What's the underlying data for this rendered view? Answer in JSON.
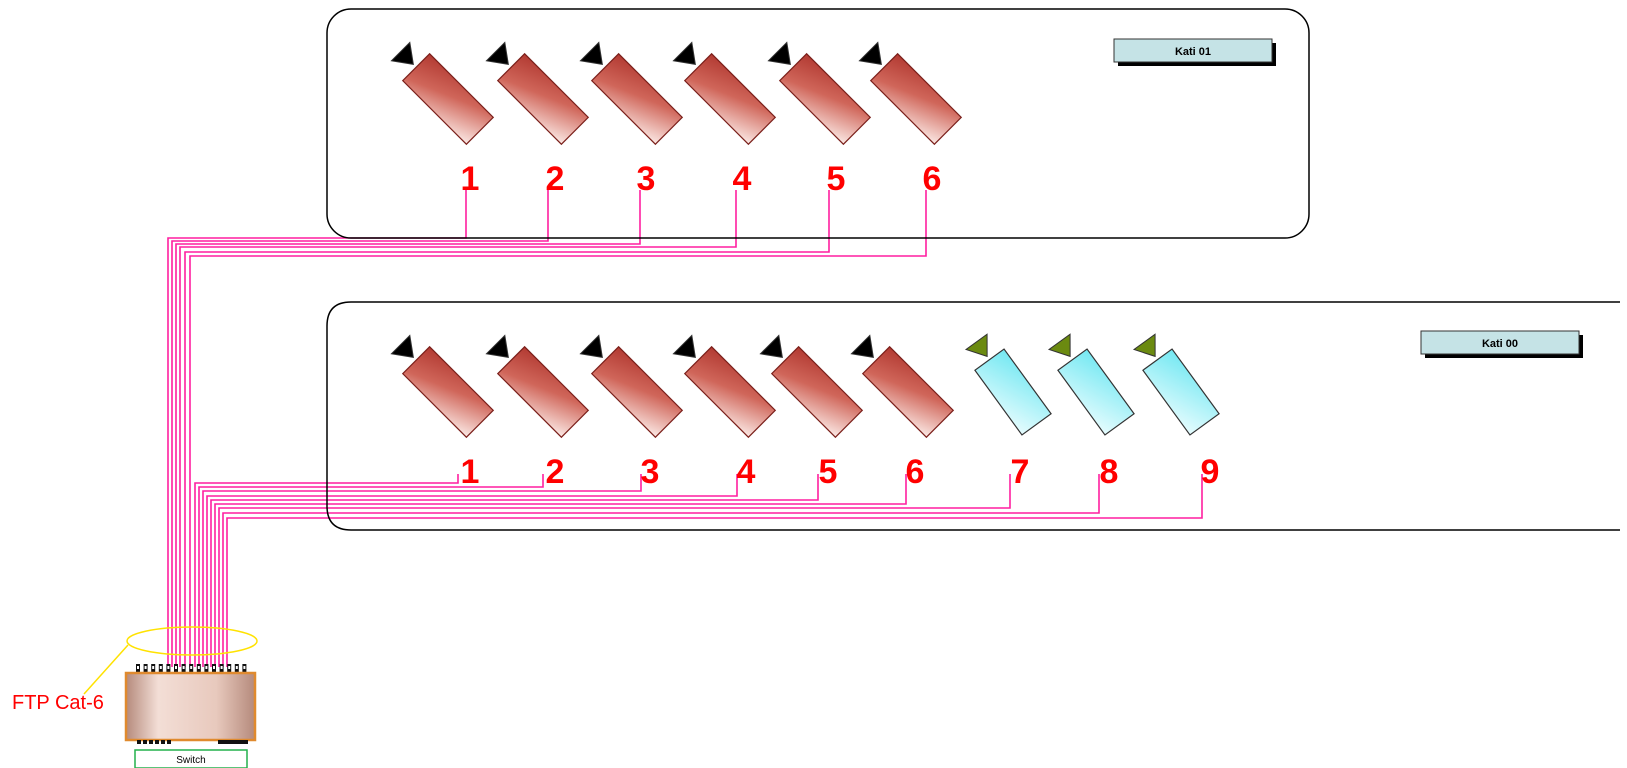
{
  "floors": [
    {
      "label": "Kati  01",
      "cameras": [
        {
          "number": "1",
          "type": "indoor"
        },
        {
          "number": "2",
          "type": "indoor"
        },
        {
          "number": "3",
          "type": "indoor"
        },
        {
          "number": "4",
          "type": "indoor"
        },
        {
          "number": "5",
          "type": "indoor"
        },
        {
          "number": "6",
          "type": "indoor"
        }
      ]
    },
    {
      "label": "Kati  00",
      "cameras": [
        {
          "number": "1",
          "type": "indoor"
        },
        {
          "number": "2",
          "type": "indoor"
        },
        {
          "number": "3",
          "type": "indoor"
        },
        {
          "number": "4",
          "type": "indoor"
        },
        {
          "number": "5",
          "type": "indoor"
        },
        {
          "number": "6",
          "type": "indoor"
        },
        {
          "number": "7",
          "type": "outdoor"
        },
        {
          "number": "8",
          "type": "outdoor"
        },
        {
          "number": "9",
          "type": "outdoor"
        }
      ]
    }
  ],
  "cable_label": "FTP Cat-6",
  "switch_label": "Switch",
  "colors": {
    "cable": "#ff1fa0",
    "indoor_camera": "#cc5a4d",
    "outdoor_camera": "#a8f0f5",
    "number_text": "#ff0000",
    "label_box": "#c5e3e6",
    "switch_outline": "#22b14c",
    "highlight_ellipse": "#ffe200"
  },
  "icons": {
    "indoor_camera": "cctv-camera-indoor-icon",
    "outdoor_camera": "cctv-camera-outdoor-icon",
    "switch": "network-switch-icon"
  }
}
